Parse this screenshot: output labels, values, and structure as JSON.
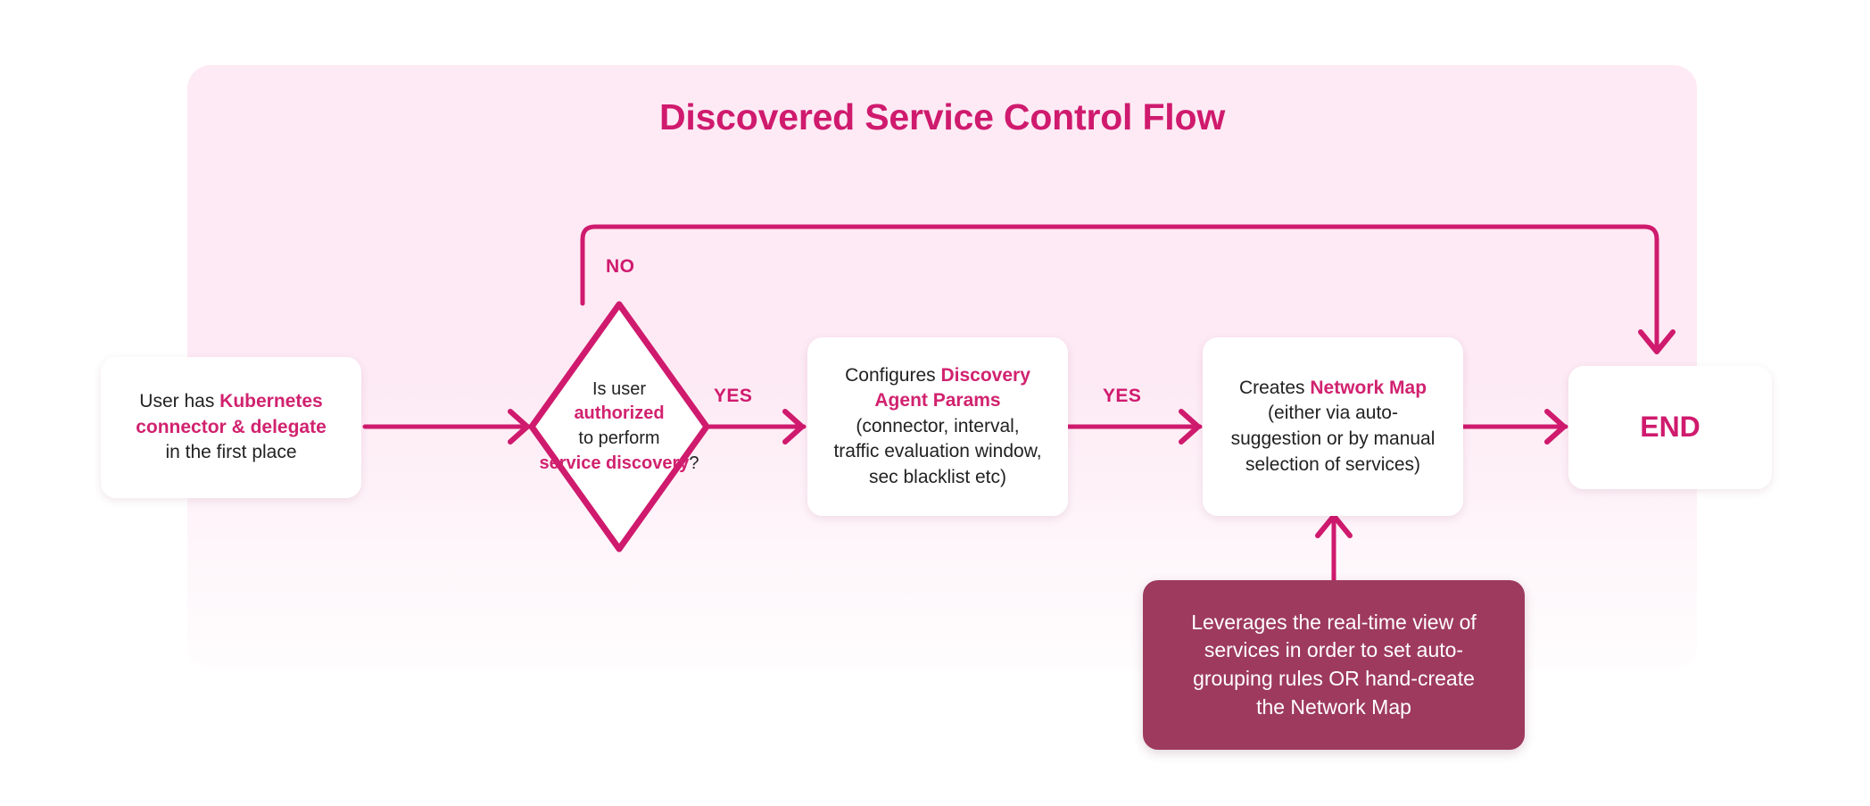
{
  "diagram": {
    "title": "Discovered Service Control Flow",
    "type": "flowchart",
    "colors": {
      "accent_pink": "#cf1a6e",
      "highlight_pink": "#d1226f",
      "panel_bg": "#fdeaf4",
      "note_maroon": "#9e3a5e",
      "node_bg": "#ffffff",
      "body_text": "#222222"
    },
    "nodes": {
      "start": {
        "shape": "rounded-rect",
        "line1_plain": "User has ",
        "line1_highlight": "Kubernetes",
        "line2_highlight": "connector & delegate",
        "line3_plain": "in the first place",
        "full_text": "User has Kubernetes connector & delegate in the first place"
      },
      "decision": {
        "shape": "diamond",
        "line1": "Is user",
        "line2_highlight": "authorized",
        "line3": "to perform",
        "line4_highlight": "service discovery",
        "line4_suffix": "?",
        "full_text": "Is user authorized to perform service discovery?"
      },
      "configure": {
        "shape": "rounded-rect",
        "line1_plain": "Configures ",
        "line1_highlight": "Discovery",
        "line2_highlight": "Agent Params",
        "line3": "(connector, interval,",
        "line4": "traffic evaluation window,",
        "line5": "sec blacklist etc)",
        "full_text": "Configures Discovery Agent Params (connector, interval, traffic evaluation window, sec blacklist etc)"
      },
      "network_map": {
        "shape": "rounded-rect",
        "line1_plain": "Creates ",
        "line1_highlight": "Network Map",
        "line2": "(either via auto-",
        "line3": "suggestion or by manual",
        "line4": "selection of services)",
        "full_text": "Creates Network Map (either via auto-suggestion or by manual selection of services)"
      },
      "end": {
        "shape": "rounded-rect",
        "label": "END"
      },
      "note": {
        "shape": "rounded-rect-filled",
        "line1": "Leverages the real-time view of",
        "line2": "services in order to set auto-",
        "line3": "grouping rules OR hand-create",
        "line4": "the Network Map",
        "full_text": "Leverages the real-time view of services in order to set auto-grouping rules OR hand-create the Network Map"
      }
    },
    "edges": [
      {
        "id": "start-to-decision",
        "from": "start",
        "to": "decision",
        "label": ""
      },
      {
        "id": "decision-no-to-end",
        "from": "decision",
        "to": "end",
        "label": "NO"
      },
      {
        "id": "decision-yes-to-configure",
        "from": "decision",
        "to": "configure",
        "label": "YES"
      },
      {
        "id": "configure-to-map",
        "from": "configure",
        "to": "network_map",
        "label": "YES"
      },
      {
        "id": "map-to-end",
        "from": "network_map",
        "to": "end",
        "label": ""
      },
      {
        "id": "note-to-map",
        "from": "note",
        "to": "network_map",
        "label": ""
      }
    ],
    "edge_labels": {
      "no": "NO",
      "yes_first": "YES",
      "yes_second": "YES"
    }
  }
}
